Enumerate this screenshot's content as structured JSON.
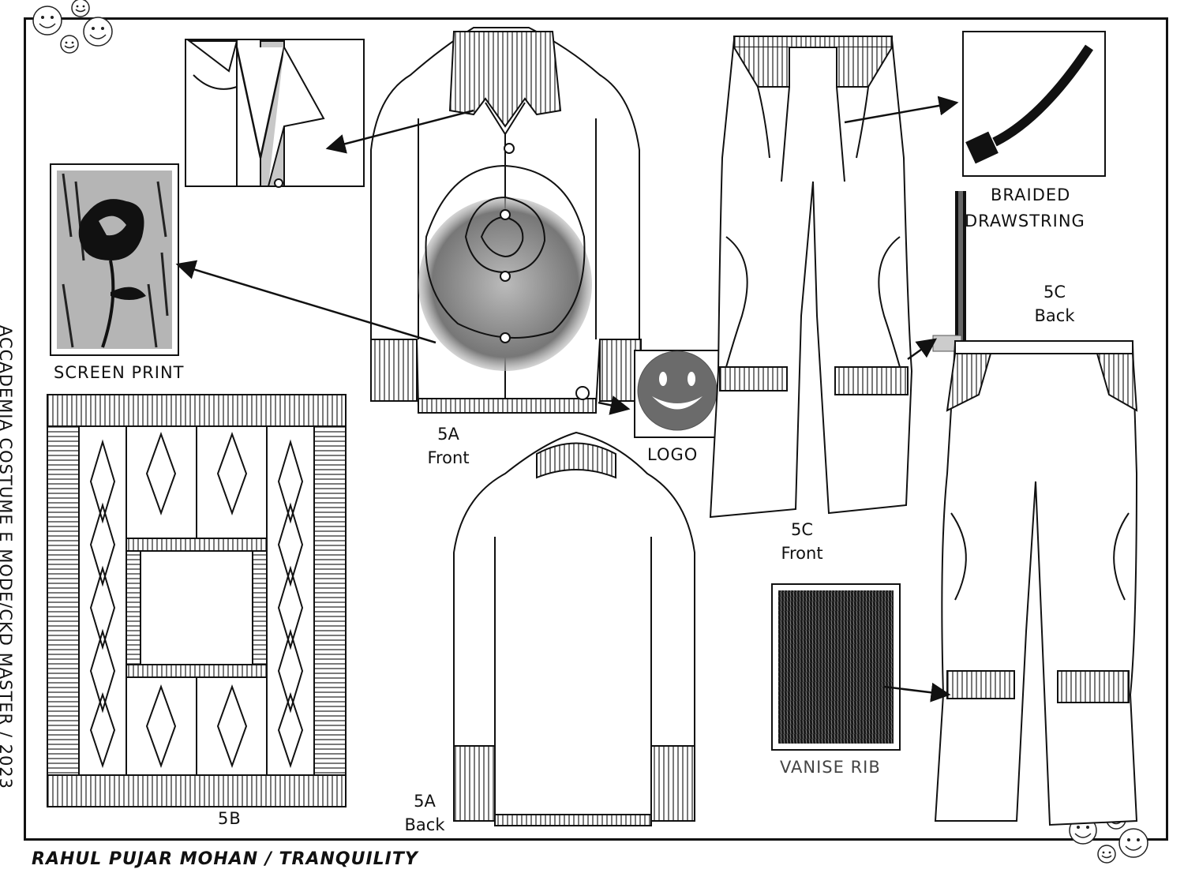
{
  "labels": {
    "braided": "BRAIDED",
    "drawstring": "DRAWSTRING",
    "screen_print": "SCREEN PRINT",
    "logo": "LOGO",
    "c5_back_code": "5C",
    "c5_back_word": "Back",
    "a5_front_code": "5A",
    "a5_front_word": "Front",
    "c5_front_code": "5C",
    "c5_front_word": "Front",
    "b5": "5B",
    "a5_back_code": "5A",
    "a5_back_word": "Back",
    "vanise_rib": "VANISE RIB"
  },
  "vertical_text": "ACCADEMIA COSTUME E MODE/CKD MASTER / 2023",
  "footer": "RAHUL PUJAR MOHAN / TRANQUILITY",
  "colors": {
    "ink": "#111111",
    "paper": "#ffffff",
    "rib": "#333333",
    "shade": "#9a9a9a"
  }
}
